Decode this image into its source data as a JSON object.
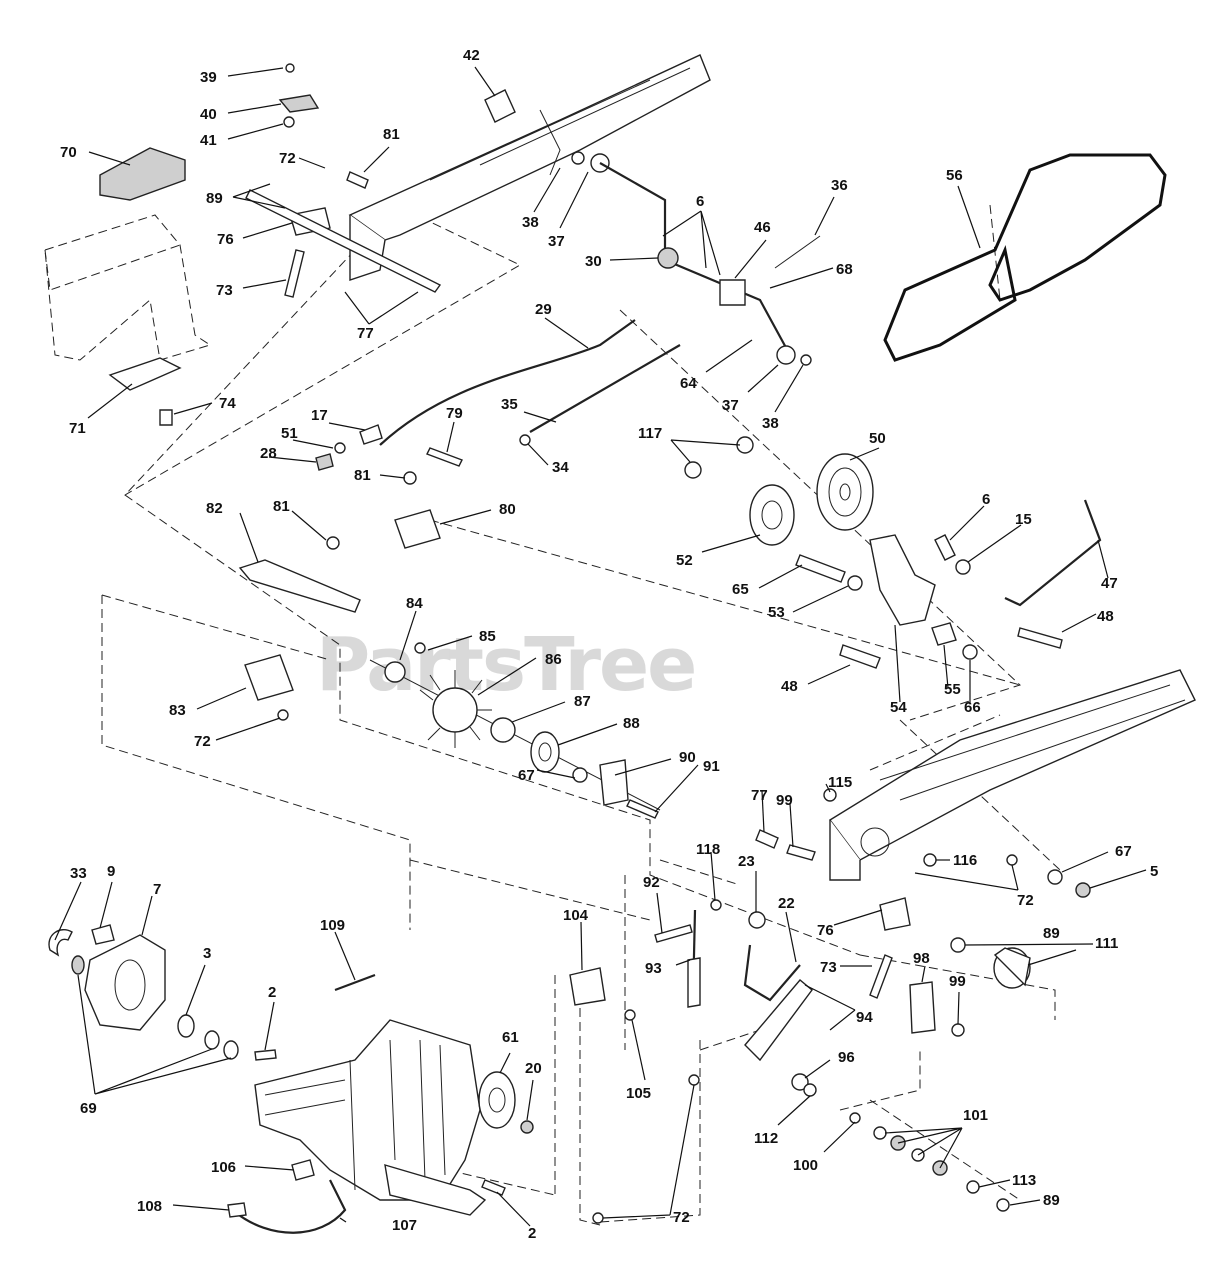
{
  "watermark": "PartsTree",
  "callouts": [
    {
      "id": "c39",
      "text": "39"
    },
    {
      "id": "c40",
      "text": "40"
    },
    {
      "id": "c41",
      "text": "41"
    },
    {
      "id": "c42",
      "text": "42"
    },
    {
      "id": "c70",
      "text": "70"
    },
    {
      "id": "c81a",
      "text": "81"
    },
    {
      "id": "c72a",
      "text": "72"
    },
    {
      "id": "c89a",
      "text": "89"
    },
    {
      "id": "c76a",
      "text": "76"
    },
    {
      "id": "c73a",
      "text": "73"
    },
    {
      "id": "c77a",
      "text": "77"
    },
    {
      "id": "c38a",
      "text": "38"
    },
    {
      "id": "c37a",
      "text": "37"
    },
    {
      "id": "c6a",
      "text": "6"
    },
    {
      "id": "c46",
      "text": "46"
    },
    {
      "id": "c36",
      "text": "36"
    },
    {
      "id": "c56",
      "text": "56"
    },
    {
      "id": "c30",
      "text": "30"
    },
    {
      "id": "c68",
      "text": "68"
    },
    {
      "id": "c29",
      "text": "29"
    },
    {
      "id": "c64",
      "text": "64"
    },
    {
      "id": "c37b",
      "text": "37"
    },
    {
      "id": "c38b",
      "text": "38"
    },
    {
      "id": "c71",
      "text": "71"
    },
    {
      "id": "c74",
      "text": "74"
    },
    {
      "id": "c17",
      "text": "17"
    },
    {
      "id": "c79",
      "text": "79"
    },
    {
      "id": "c35",
      "text": "35"
    },
    {
      "id": "c51",
      "text": "51"
    },
    {
      "id": "c28",
      "text": "28"
    },
    {
      "id": "c34",
      "text": "34"
    },
    {
      "id": "c117",
      "text": "117"
    },
    {
      "id": "c50",
      "text": "50"
    },
    {
      "id": "c81b",
      "text": "81"
    },
    {
      "id": "c82",
      "text": "82"
    },
    {
      "id": "c81c",
      "text": "81"
    },
    {
      "id": "c80",
      "text": "80"
    },
    {
      "id": "c6b",
      "text": "6"
    },
    {
      "id": "c15",
      "text": "15"
    },
    {
      "id": "c52",
      "text": "52"
    },
    {
      "id": "c47",
      "text": "47"
    },
    {
      "id": "c65",
      "text": "65"
    },
    {
      "id": "c53",
      "text": "53"
    },
    {
      "id": "c48a",
      "text": "48"
    },
    {
      "id": "c84",
      "text": "84"
    },
    {
      "id": "c85",
      "text": "85"
    },
    {
      "id": "c86",
      "text": "86"
    },
    {
      "id": "c48b",
      "text": "48"
    },
    {
      "id": "c55",
      "text": "55"
    },
    {
      "id": "c54",
      "text": "54"
    },
    {
      "id": "c66",
      "text": "66"
    },
    {
      "id": "c83",
      "text": "83"
    },
    {
      "id": "c87",
      "text": "87"
    },
    {
      "id": "c72b",
      "text": "72"
    },
    {
      "id": "c88",
      "text": "88"
    },
    {
      "id": "c90",
      "text": "90"
    },
    {
      "id": "c67a",
      "text": "67"
    },
    {
      "id": "c91",
      "text": "91"
    },
    {
      "id": "c115",
      "text": "115"
    },
    {
      "id": "c77b",
      "text": "77"
    },
    {
      "id": "c99a",
      "text": "99"
    },
    {
      "id": "c118",
      "text": "118"
    },
    {
      "id": "c116",
      "text": "116"
    },
    {
      "id": "c67b",
      "text": "67"
    },
    {
      "id": "c5",
      "text": "5"
    },
    {
      "id": "c33",
      "text": "33"
    },
    {
      "id": "c9",
      "text": "9"
    },
    {
      "id": "c7",
      "text": "7"
    },
    {
      "id": "c92",
      "text": "92"
    },
    {
      "id": "c72c",
      "text": "72"
    },
    {
      "id": "c109",
      "text": "109"
    },
    {
      "id": "c104",
      "text": "104"
    },
    {
      "id": "c23",
      "text": "23"
    },
    {
      "id": "c22",
      "text": "22"
    },
    {
      "id": "c76b",
      "text": "76"
    },
    {
      "id": "c89b",
      "text": "89"
    },
    {
      "id": "c111",
      "text": "111"
    },
    {
      "id": "c3",
      "text": "3"
    },
    {
      "id": "c93",
      "text": "93"
    },
    {
      "id": "c73b",
      "text": "73"
    },
    {
      "id": "c98",
      "text": "98"
    },
    {
      "id": "c99b",
      "text": "99"
    },
    {
      "id": "c2a",
      "text": "2"
    },
    {
      "id": "c94",
      "text": "94"
    },
    {
      "id": "c61",
      "text": "61"
    },
    {
      "id": "c20",
      "text": "20"
    },
    {
      "id": "c105",
      "text": "105"
    },
    {
      "id": "c96",
      "text": "96"
    },
    {
      "id": "c69",
      "text": "69"
    },
    {
      "id": "c101",
      "text": "101"
    },
    {
      "id": "c112",
      "text": "112"
    },
    {
      "id": "c100",
      "text": "100"
    },
    {
      "id": "c106",
      "text": "106"
    },
    {
      "id": "c113",
      "text": "113"
    },
    {
      "id": "c108",
      "text": "108"
    },
    {
      "id": "c107",
      "text": "107"
    },
    {
      "id": "c89c",
      "text": "89"
    },
    {
      "id": "c72d",
      "text": "72"
    },
    {
      "id": "c2b",
      "text": "2"
    }
  ]
}
